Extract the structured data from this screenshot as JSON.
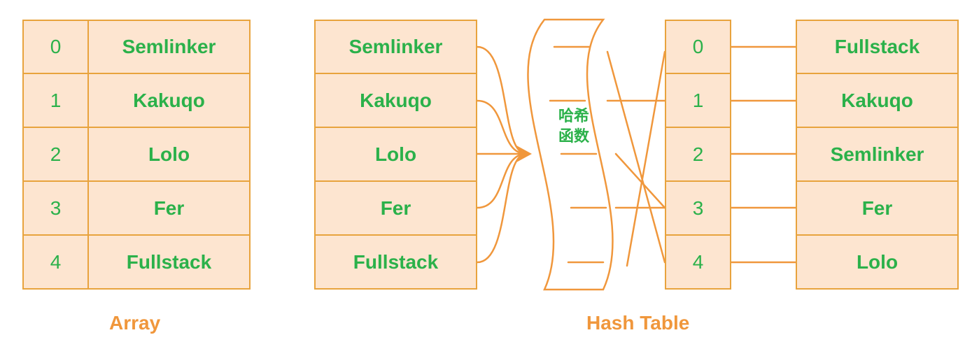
{
  "colors": {
    "cell_fill": "#fde5d0",
    "cell_border": "#e8a33d",
    "text_green": "#2bb14a",
    "line_orange": "#f0973c"
  },
  "array": {
    "caption": "Array",
    "rows": [
      {
        "index": "0",
        "name": "Semlinker"
      },
      {
        "index": "1",
        "name": "Kakuqo"
      },
      {
        "index": "2",
        "name": "Lolo"
      },
      {
        "index": "3",
        "name": "Fer"
      },
      {
        "index": "4",
        "name": "Fullstack"
      }
    ]
  },
  "hash_table": {
    "caption": "Hash Table",
    "keys": [
      "Semlinker",
      "Kakuqo",
      "Lolo",
      "Fer",
      "Fullstack"
    ],
    "hash_function_label_line1": "哈希",
    "hash_function_label_line2": "函数",
    "buckets": [
      {
        "index": "0",
        "name": "Fullstack"
      },
      {
        "index": "1",
        "name": "Kakuqo"
      },
      {
        "index": "2",
        "name": "Semlinker"
      },
      {
        "index": "3",
        "name": "Fer"
      },
      {
        "index": "4",
        "name": "Lolo"
      }
    ]
  }
}
